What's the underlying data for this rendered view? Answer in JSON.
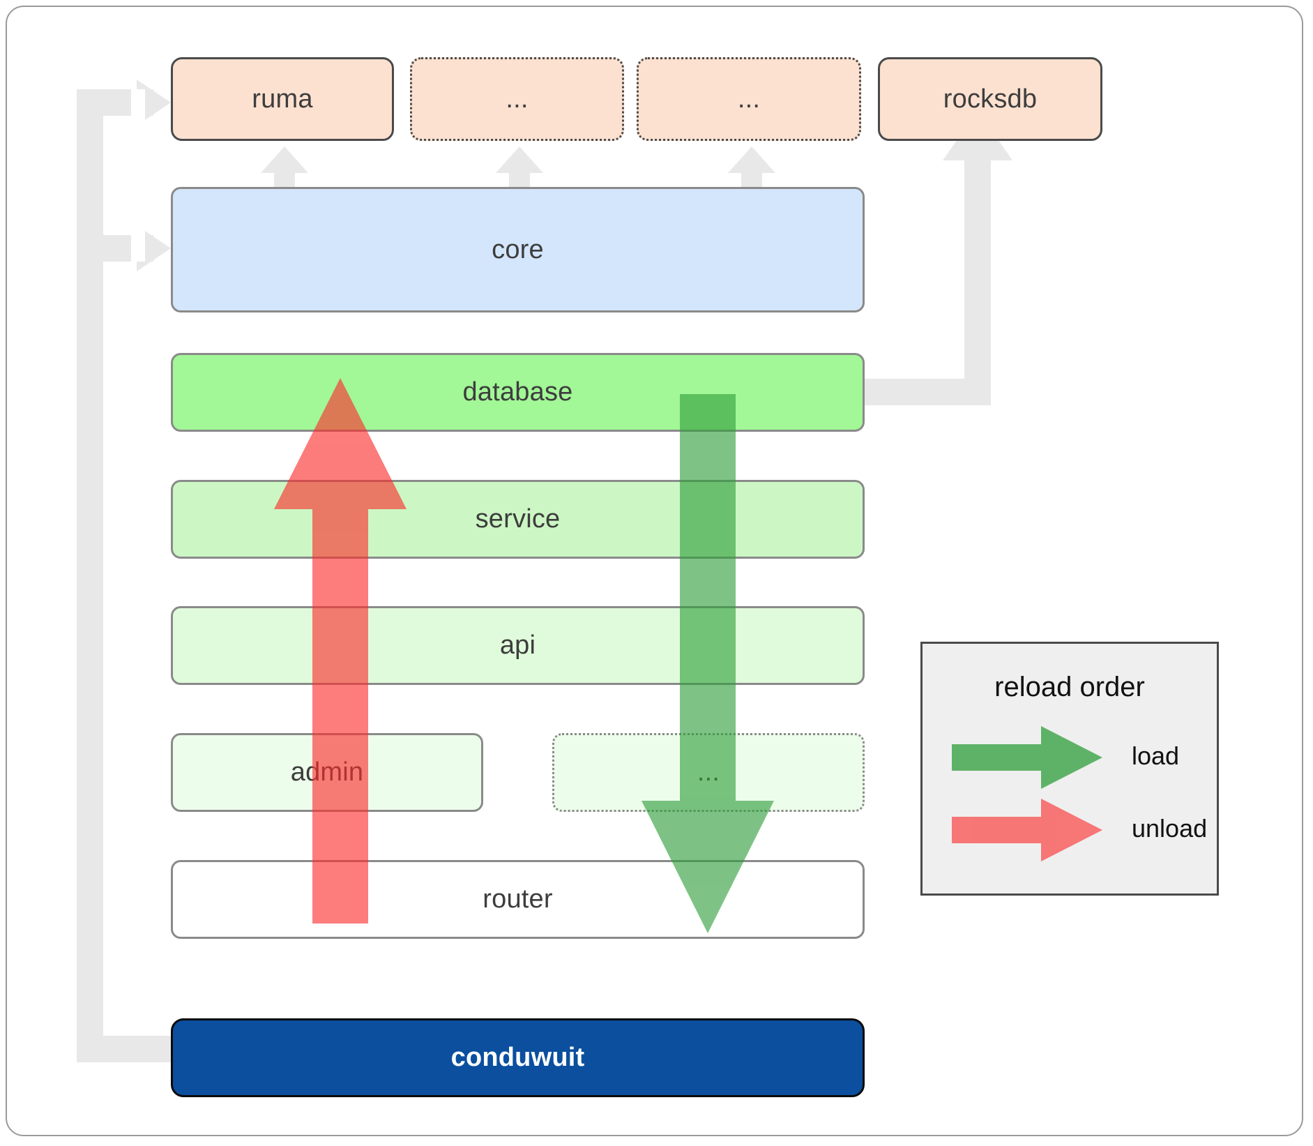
{
  "diagram": {
    "title": "conduwuit layered crate architecture with reload order",
    "dependencies": [
      {
        "id": "ruma",
        "label": "ruma",
        "style": "solid"
      },
      {
        "id": "dots-1",
        "label": "...",
        "style": "dotted"
      },
      {
        "id": "dots-2",
        "label": "...",
        "style": "dotted"
      },
      {
        "id": "rocksdb",
        "label": "rocksdb",
        "style": "solid"
      }
    ],
    "layers": [
      {
        "id": "core",
        "label": "core",
        "style": "solid"
      },
      {
        "id": "database",
        "label": "database",
        "style": "solid"
      },
      {
        "id": "service",
        "label": "service",
        "style": "solid"
      },
      {
        "id": "api",
        "label": "api",
        "style": "solid"
      },
      {
        "id": "admin",
        "label": "admin",
        "style": "solid"
      },
      {
        "id": "dots-3",
        "label": "...",
        "style": "dotted"
      },
      {
        "id": "router",
        "label": "router",
        "style": "solid"
      }
    ],
    "main": {
      "id": "conduwuit",
      "label": "conduwuit"
    },
    "legend": {
      "title": "reload order",
      "items": [
        {
          "id": "load",
          "label": "load",
          "color": "#4fa75a"
        },
        {
          "id": "unload",
          "label": "unload",
          "color": "#fb8585"
        }
      ]
    },
    "colors": {
      "dependency_fill": "#fce1d0",
      "core_fill": "#d4e6fb",
      "database_fill": "#a2f797",
      "service_fill": "#ccf7c4",
      "api_fill": "#e0fbdb",
      "admin_fill": "#edfdeb",
      "router_fill": "#ffffff",
      "main_fill": "#0b4f9e",
      "connector": "#e8e8e8",
      "load_arrow": "#4fa75a",
      "unload_arrow": "#fb8585",
      "legend_fill": "#efefef"
    }
  }
}
